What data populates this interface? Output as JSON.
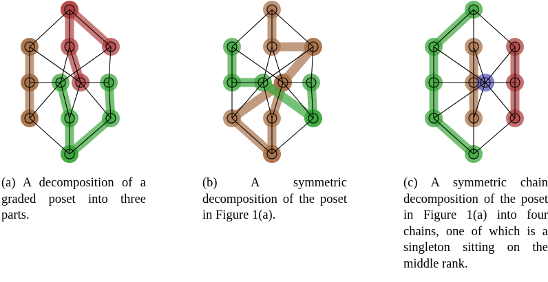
{
  "figures": [
    {
      "id": "a",
      "caption": "(a)  A decomposition of a graded poset into three parts.",
      "parts": [
        {
          "color": "#a8724a",
          "nodes": [
            "L3",
            "L2",
            "L1"
          ]
        },
        {
          "color": "#b04040",
          "nodes": [
            "T",
            "M1",
            "C2"
          ]
        },
        {
          "color": "#b04040",
          "nodes": [
            "T",
            "R3"
          ]
        },
        {
          "color": "#3aa63a",
          "nodes": [
            "C1",
            "M1b",
            "B"
          ]
        },
        {
          "color": "#3aa63a",
          "nodes": [
            "R2",
            "R1",
            "B"
          ]
        }
      ],
      "singles": [
        {
          "node": "L3",
          "color": "#a8724a"
        },
        {
          "node": "L2",
          "color": "#a8724a"
        },
        {
          "node": "L1",
          "color": "#a8724a"
        }
      ]
    },
    {
      "id": "b",
      "caption": "(b)  A  symmetric decomposition of the poset in Figure 1(a).",
      "parts": [
        {
          "color": "#a8724a",
          "nodes": [
            "T",
            "M1",
            "R3"
          ]
        },
        {
          "color": "#a8724a",
          "nodes": [
            "R3",
            "C2",
            "L1",
            "B"
          ]
        },
        {
          "color": "#a8724a",
          "nodes": [
            "C2",
            "M1b",
            "B"
          ]
        },
        {
          "color": "#3aa63a",
          "nodes": [
            "L3",
            "L2",
            "C1",
            "R1"
          ]
        },
        {
          "color": "#3aa63a",
          "nodes": [
            "R2",
            "R1"
          ]
        }
      ],
      "singles": []
    },
    {
      "id": "c",
      "caption": "(c)  A symmetric chain decomposition of the poset in Figure 1(a) into four chains, one of which is a singleton sitting on the middle rank.",
      "parts": [
        {
          "color": "#3aa63a",
          "nodes": [
            "T",
            "L3",
            "L2",
            "L1",
            "B"
          ]
        },
        {
          "color": "#a8724a",
          "nodes": [
            "M1",
            "M2",
            "M1b"
          ]
        },
        {
          "color": "#b04040",
          "nodes": [
            "R3",
            "R2",
            "R1"
          ]
        }
      ],
      "singles": [
        {
          "node": "MID",
          "color": "#6b6bc8"
        }
      ]
    }
  ]
}
